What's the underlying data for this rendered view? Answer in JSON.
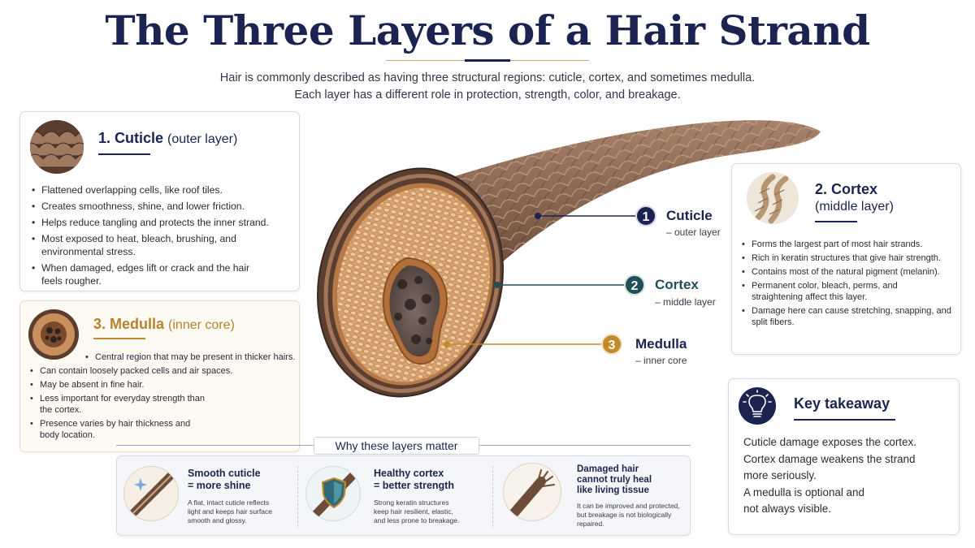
{
  "header": {
    "title": "The Three Layers of a Hair Strand",
    "subtitle_line1": "Hair is commonly described as having three structural regions: cuticle, cortex, and sometimes medulla.",
    "subtitle_line2": "Each layer has a different role in protection, strength, color, and breakage."
  },
  "colors": {
    "navy": "#1b2450",
    "teal": "#1f4f57",
    "gold": "#c48a2a"
  },
  "cuticle": {
    "title": "1. Cuticle",
    "subtitle": "(outer layer)",
    "bullets": [
      "Flattened overlapping cells, like roof tiles.",
      "Creates smoothness, shine, and lower friction.",
      "Helps reduce tangling and protects the inner strand.",
      "Most exposed to heat, bleach, brushing, and environmental stress.",
      "When damaged, edges lift or crack and the hair feels rougher."
    ]
  },
  "medulla": {
    "title": "3. Medulla",
    "subtitle": "(inner core)",
    "bullets": [
      "Central region that may be present in thicker hairs.",
      "Can contain loosely packed cells and air spaces.",
      "May be absent in fine hair.",
      "Less important for everyday strength than the cortex.",
      "Presence varies by hair thickness and body location."
    ]
  },
  "cortex": {
    "title": "2. Cortex",
    "subtitle": "(middle layer)",
    "bullets": [
      "Forms the largest part of most hair strands.",
      "Rich in keratin structures that give hair strength.",
      "Contains most of the natural pigment (melanin).",
      "Permanent color, bleach, perms, and straightening affect this layer.",
      "Damage here can cause stretching, snapping, and split fibers."
    ]
  },
  "callouts": [
    {
      "number": "1",
      "name": "Cuticle",
      "desc": "– outer layer"
    },
    {
      "number": "2",
      "name": "Cortex",
      "desc": "– middle layer"
    },
    {
      "number": "3",
      "name": "Medulla",
      "desc": "– inner core"
    }
  ],
  "key": {
    "title": "Key takeaway",
    "lines": [
      "Cuticle damage exposes the cortex.",
      "Cortex damage weakens the strand",
      "more seriously.",
      "A medulla is optional and",
      "not always visible."
    ]
  },
  "why": {
    "label": "Why these layers matter",
    "items": [
      {
        "title1": "Smooth cuticle",
        "title2": "= more shine",
        "title3": "",
        "text1": "A flat, intact cuticle reflects",
        "text2": "light and keeps hair surface",
        "text3": "smooth and glossy."
      },
      {
        "title1": "Healthy cortex",
        "title2": "= better strength",
        "title3": "",
        "text1": "Strong keratin structures",
        "text2": "keep hair resilient, elastic,",
        "text3": "and less prone to breakage."
      },
      {
        "title1": "Damaged hair",
        "title2": "cannot truly heal",
        "title3": "like living tissue",
        "text1": "It can be improved and protected,",
        "text2": "but breakage is not biologically",
        "text3": "repaired."
      }
    ]
  }
}
